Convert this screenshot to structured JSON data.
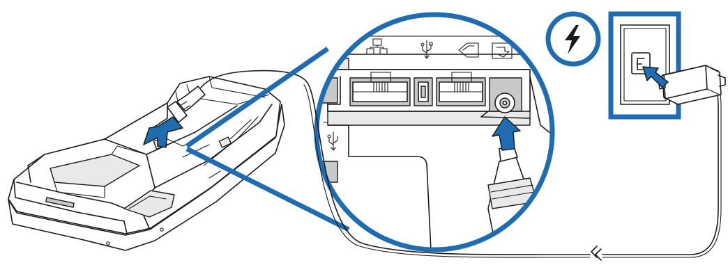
{
  "figure": {
    "accent_color": "#1f6db0",
    "line_color": "#1a1a1a",
    "background": "#ffffff",
    "parts": {
      "terminal": "payment-terminal-base",
      "magnifier": "connector-panel-zoom",
      "ports": [
        "ethernet-port-icon",
        "usb-port-icon",
        "serial-port-icon",
        "power-port-icon"
      ],
      "power_symbol": "lightning-bolt-icon",
      "outlet": "wall-outlet",
      "adapter": "power-adapter",
      "cable_break": "cable-break-symbol"
    },
    "steps": [
      {
        "icon": "arrow-insert-plug-terminal"
      },
      {
        "icon": "arrow-insert-plug-port"
      },
      {
        "icon": "arrow-insert-adapter-outlet"
      }
    ]
  }
}
